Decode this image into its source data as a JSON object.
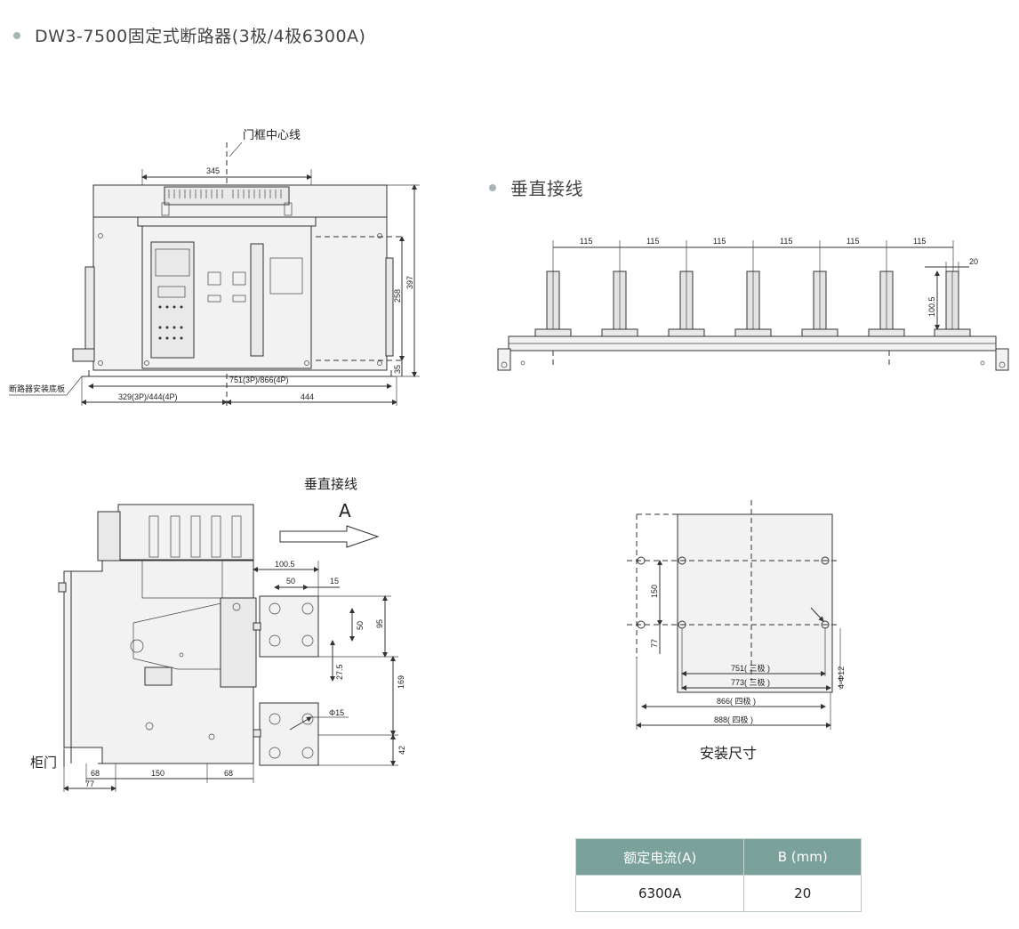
{
  "header_main": {
    "title": "DW3-7500固定式断路器(3极/4极6300A)"
  },
  "header_vertical": {
    "title": "垂直接线"
  },
  "front_view": {
    "centerline_label": "门框中心线",
    "dim_345": "345",
    "dim_397": "397",
    "dim_258": "258",
    "dim_35": "35",
    "dim_751": "751(3P)/866(4P)",
    "dim_329": "329(3P)/444(4P)",
    "dim_444": "444",
    "base_label": "断路器安装底板"
  },
  "vertical_wiring": {
    "dims": [
      "115",
      "115",
      "115",
      "115",
      "115",
      "115"
    ],
    "dim_20": "20",
    "dim_100_5": "100.5"
  },
  "side_view": {
    "title": "垂直接线",
    "arrow_letter": "A",
    "dim_100_5": "100.5",
    "dim_50_top": "50",
    "dim_15": "15",
    "dim_95": "95",
    "dim_50_v": "50",
    "dim_27_5": "27.5",
    "dim_169": "169",
    "dim_phi15": "Φ15",
    "dim_42": "42",
    "cabinet_door": "柜门",
    "dim_68a": "68",
    "dim_150": "150",
    "dim_68b": "68",
    "dim_77": "77"
  },
  "mounting": {
    "dim_150": "150",
    "dim_77": "77",
    "dim_phi12": "4-Φ12",
    "dim_751": "751( 三极 )",
    "dim_773": "773( 三极 )",
    "dim_866": "866( 四极 )",
    "dim_888": "888( 四极 )",
    "caption": "安装尺寸"
  },
  "spec_table": {
    "headers": [
      "额定电流(A)",
      "B (mm)"
    ],
    "rows": [
      [
        "6300A",
        "20"
      ]
    ]
  }
}
